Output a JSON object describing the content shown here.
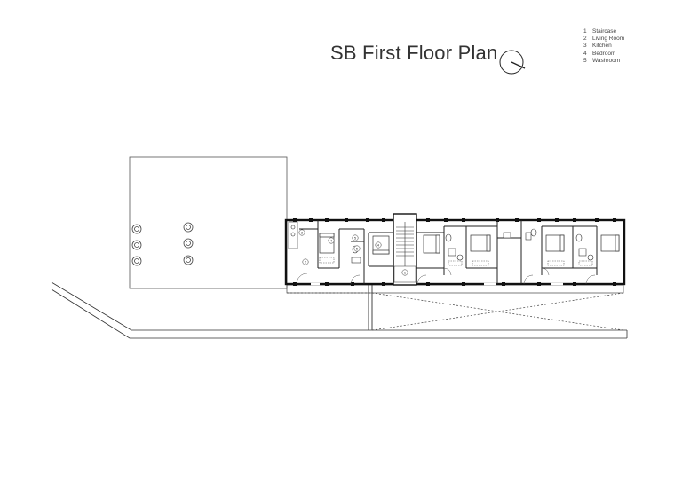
{
  "title": "SB First Floor Plan",
  "legend": [
    {
      "num": "1",
      "label": "Staircase"
    },
    {
      "num": "2",
      "label": "Living Room"
    },
    {
      "num": "3",
      "label": "Kitchen"
    },
    {
      "num": "4",
      "label": "Bedroom"
    },
    {
      "num": "5",
      "label": "Washroom"
    }
  ],
  "room_tags": {
    "staircase": "1",
    "living": "2",
    "kitchen": "3",
    "bedroom_a": "4",
    "bedroom_b": "4",
    "washroom_a": "5",
    "washroom_b": "5"
  },
  "icons": {
    "north_arrow": "north-arrow-icon"
  }
}
